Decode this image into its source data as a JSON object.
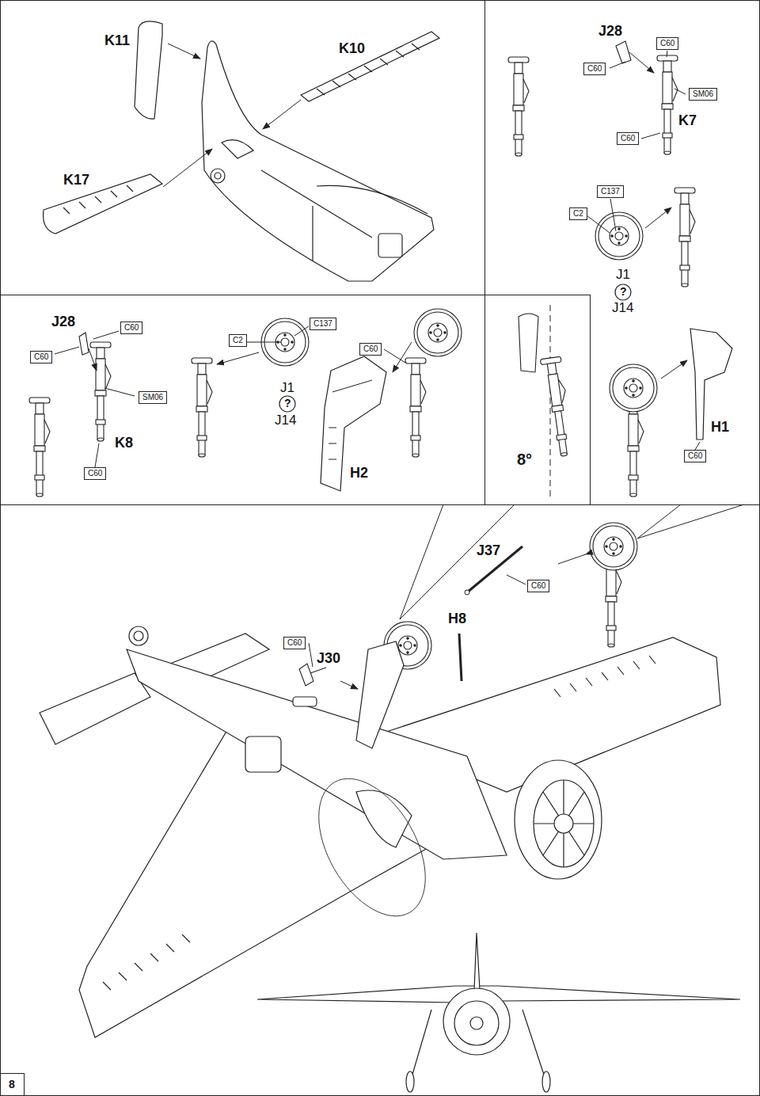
{
  "diagram": {
    "nodes": [
      {
        "text": [
          "C60"
        ]
      },
      {
        "text": [
          "C60"
        ]
      },
      {
        "text": [
          "SM06"
        ]
      },
      {
        "text": [
          "C60"
        ]
      },
      {
        "text": [
          "C137"
        ]
      },
      {
        "text": [
          "C2"
        ]
      },
      {
        "text": [
          "C60"
        ]
      },
      {
        "text": [
          "C60"
        ]
      },
      {
        "text": [
          "C2"
        ]
      },
      {
        "text": [
          "C137"
        ]
      },
      {
        "text": [
          "C60"
        ]
      },
      {
        "text": [
          "SM06"
        ]
      },
      {
        "text": [
          "C60"
        ]
      },
      {
        "text": [
          "C60"
        ]
      },
      {
        "text": [
          "C60"
        ]
      },
      {
        "text": [
          "C60"
        ]
      }
    ],
    "labels": [
      "K11",
      "K10",
      "J28",
      "K7",
      "K17",
      "J1",
      "?",
      "J14",
      "J28",
      "J1",
      "?",
      "J14",
      "K8",
      "H2",
      "8°",
      "H1",
      "J37",
      "H8",
      "J30",
      "8"
    ]
  }
}
